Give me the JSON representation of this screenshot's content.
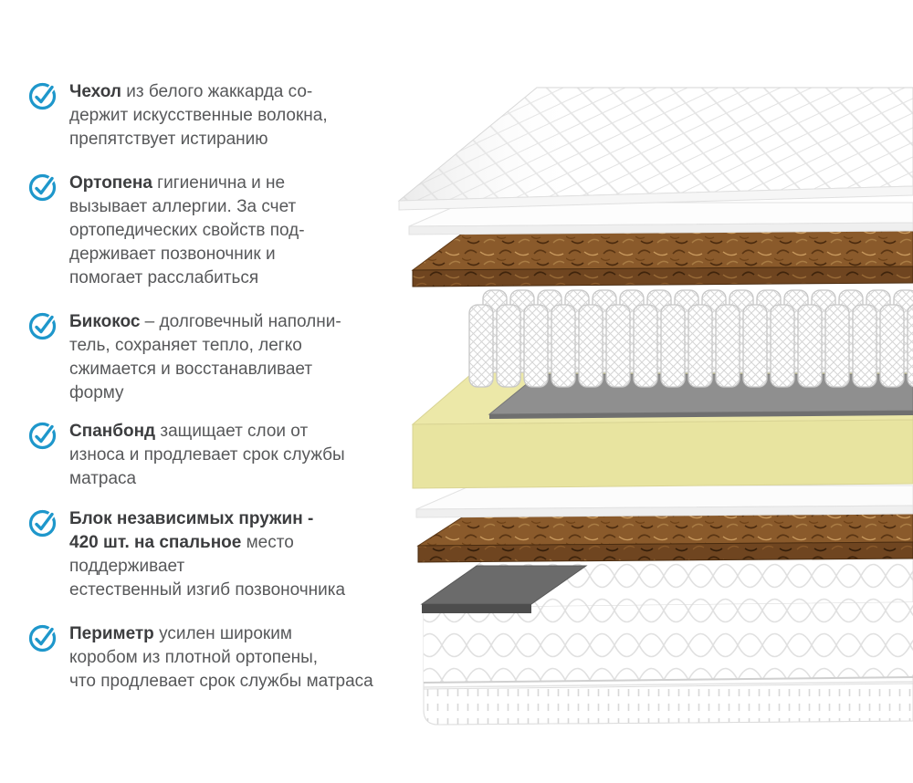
{
  "page": {
    "kind": "mattress-layers-infographic",
    "background_color": "#ffffff"
  },
  "colors": {
    "accent_blue": "#1e97cb",
    "lead_text": "#3c3d3f",
    "body_text": "#57585a",
    "coir_brown": "#8a5a2b",
    "coir_brown_dark": "#6f4520",
    "foam_yellow": "#ece8a8",
    "frame_interior_gray": "#8f8f8f"
  },
  "icon_name": "check-circle-icon",
  "bullets": [
    {
      "lead": "Чехол",
      "text": " из белого жаккарда со-\nдержит искусственные волокна,\nпрепятствует истиранию"
    },
    {
      "lead": "Ортопена",
      "text": " гигиенична и не\nвызывает аллергии. За счет\nортопедических свойств под-\nдерживает позвоночник и\nпомогает расслабиться"
    },
    {
      "lead": "Бикокос",
      "text": " – долговечный наполни-\nтель, сохраняет тепло, легко\nсжимается и восстанавливает\nформу"
    },
    {
      "lead": "Спанбонд",
      "text": " защищает слои от\nизноса и продлевает срок службы\nматраса"
    },
    {
      "lead": "Блок независимых пружин -\n420 шт. на спальное",
      "text": " место\nподдерживает\nестественный изгиб позвоночника"
    },
    {
      "lead": "Периметр",
      "text": " усилен широким\nкоробом из плотной ортопены,\nчто продлевает срок службы матраса"
    }
  ],
  "illustration": {
    "name": "mattress-exploded-view",
    "layers": [
      "quilted-jacquard-cover",
      "spunbond-sheet-top",
      "coconut-coir-top",
      "pocket-springs-block",
      "ortho-foam-perimeter-frame",
      "spunbond-sheet-bottom",
      "coconut-coir-bottom",
      "felt-pad",
      "quilted-base-with-border"
    ]
  }
}
